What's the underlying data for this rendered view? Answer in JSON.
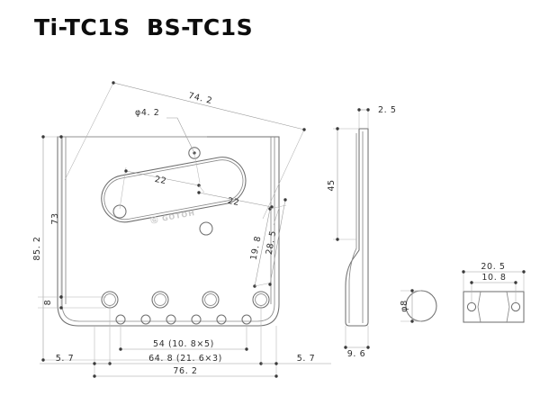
{
  "title": "Ti-TC1S  BS-TC1S",
  "drawing": {
    "brand_mark": "Ⓖ GOTOH",
    "type": "mechanical-dimension-drawing",
    "units": "mm",
    "colors": {
      "background": "#ffffff",
      "outline": "#6f6f6f",
      "dimension_line": "#9a9a9a",
      "text": "#2e2e2e",
      "title": "#0d0d0d",
      "watermark": "#c9c9c9"
    }
  },
  "views": {
    "front": {
      "name": "top-plate-front-view",
      "dimensions": {
        "angled_top": "74. 2",
        "hole_dia": "φ4. 2",
        "pickup_left": "22",
        "pickup_right": "22",
        "height_overall": "85. 2",
        "height_upper": "73",
        "height_lower": "8",
        "offset_inner": "19. 8",
        "offset_outer": "28. 5",
        "bottom_hole_span": "54 (10. 8×5)",
        "bottom_mount_span": "64. 8 (21. 6×3)",
        "width_overall": "76. 2",
        "edge_left": "5. 7",
        "edge_right": "5. 7"
      }
    },
    "side": {
      "name": "plate-side-view",
      "dimensions": {
        "thickness_top": "2. 5",
        "height": "45",
        "base_depth": "9. 6"
      }
    },
    "saddle_end": {
      "name": "saddle-end-view",
      "dimensions": {
        "diameter": "φ8"
      }
    },
    "saddle_top": {
      "name": "saddle-top-view",
      "dimensions": {
        "width_overall": "20. 5",
        "width_inner": "10. 8"
      }
    }
  }
}
